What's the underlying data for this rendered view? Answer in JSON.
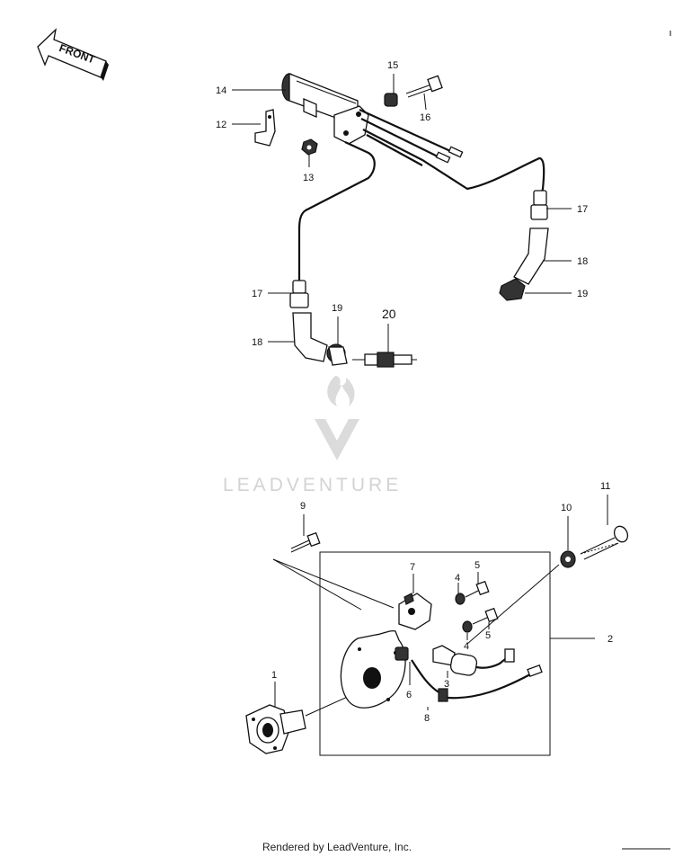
{
  "front_label": "FRONT",
  "watermark": "LEADVENTURE",
  "footer": "Rendered by LeadVenture, Inc.",
  "callouts": [
    "1",
    "2",
    "3",
    "4",
    "4",
    "5",
    "5",
    "6",
    "7",
    "8",
    "9",
    "10",
    "11",
    "12",
    "13",
    "14",
    "15",
    "16",
    "17",
    "17",
    "18",
    "18",
    "19",
    "19",
    "20"
  ]
}
